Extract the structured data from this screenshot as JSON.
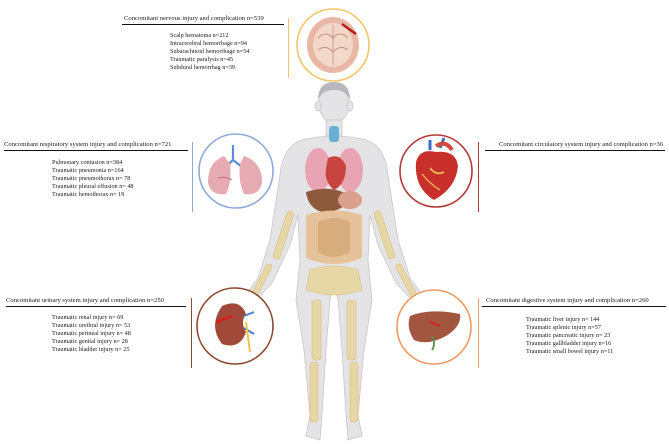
{
  "colors": {
    "nervous": "#f2c56b",
    "respiratory": "#8fa9d9",
    "circulatory": "#b23a3a",
    "urinary": "#8a4a32",
    "digestive": "#ee9a64"
  },
  "panels": {
    "nervous": {
      "title": "Concomitant nervous injury and complication n=539",
      "items": [
        "Scalp hematoma n=212",
        "Intracerebral hemorrhage n=94",
        "Subarachnoid hemorrhage n=54",
        "Traumatic paralysis n=45",
        "Subdural hemorrhag n=39"
      ],
      "icon": "brain-cross-section-icon"
    },
    "respiratory": {
      "title": "Concomitant respiratory system injury and complication n=721",
      "items": [
        "Pulmonary contusion   n=384",
        "Traumatic pneumonia   n=164",
        "Traumatic pneumothorax   n= 78",
        "Traumatic pleural effusion   n= 48",
        "Traumatic hemothorax   n= 19"
      ],
      "icon": "lungs-icon"
    },
    "circulatory": {
      "title": "Concomitant circulatory system injury and complication n=36",
      "items": [],
      "icon": "heart-icon"
    },
    "urinary": {
      "title": "Concomitant urinary system injury and complication n=250",
      "items": [
        "Traumatic renal injury  n= 69",
        "Traumatic urethral injury   n= 53",
        "Traumatic perineal injury   n= 48",
        "Traumatic genital injury   n= 28",
        "Traumatic bladder injury   n= 25"
      ],
      "icon": "kidney-icon"
    },
    "digestive": {
      "title": "Concomitant digestive system injury and complication n=260",
      "items": [
        "Traumatic liver injury   n= 144",
        "Traumatic splenic injury   n=57",
        "Traumatic pancreatic injury   n= 23",
        "Traumatic gallbladder injury   n=16",
        "Traumatic small bowel injury   n=11"
      ],
      "icon": "liver-icon"
    }
  }
}
